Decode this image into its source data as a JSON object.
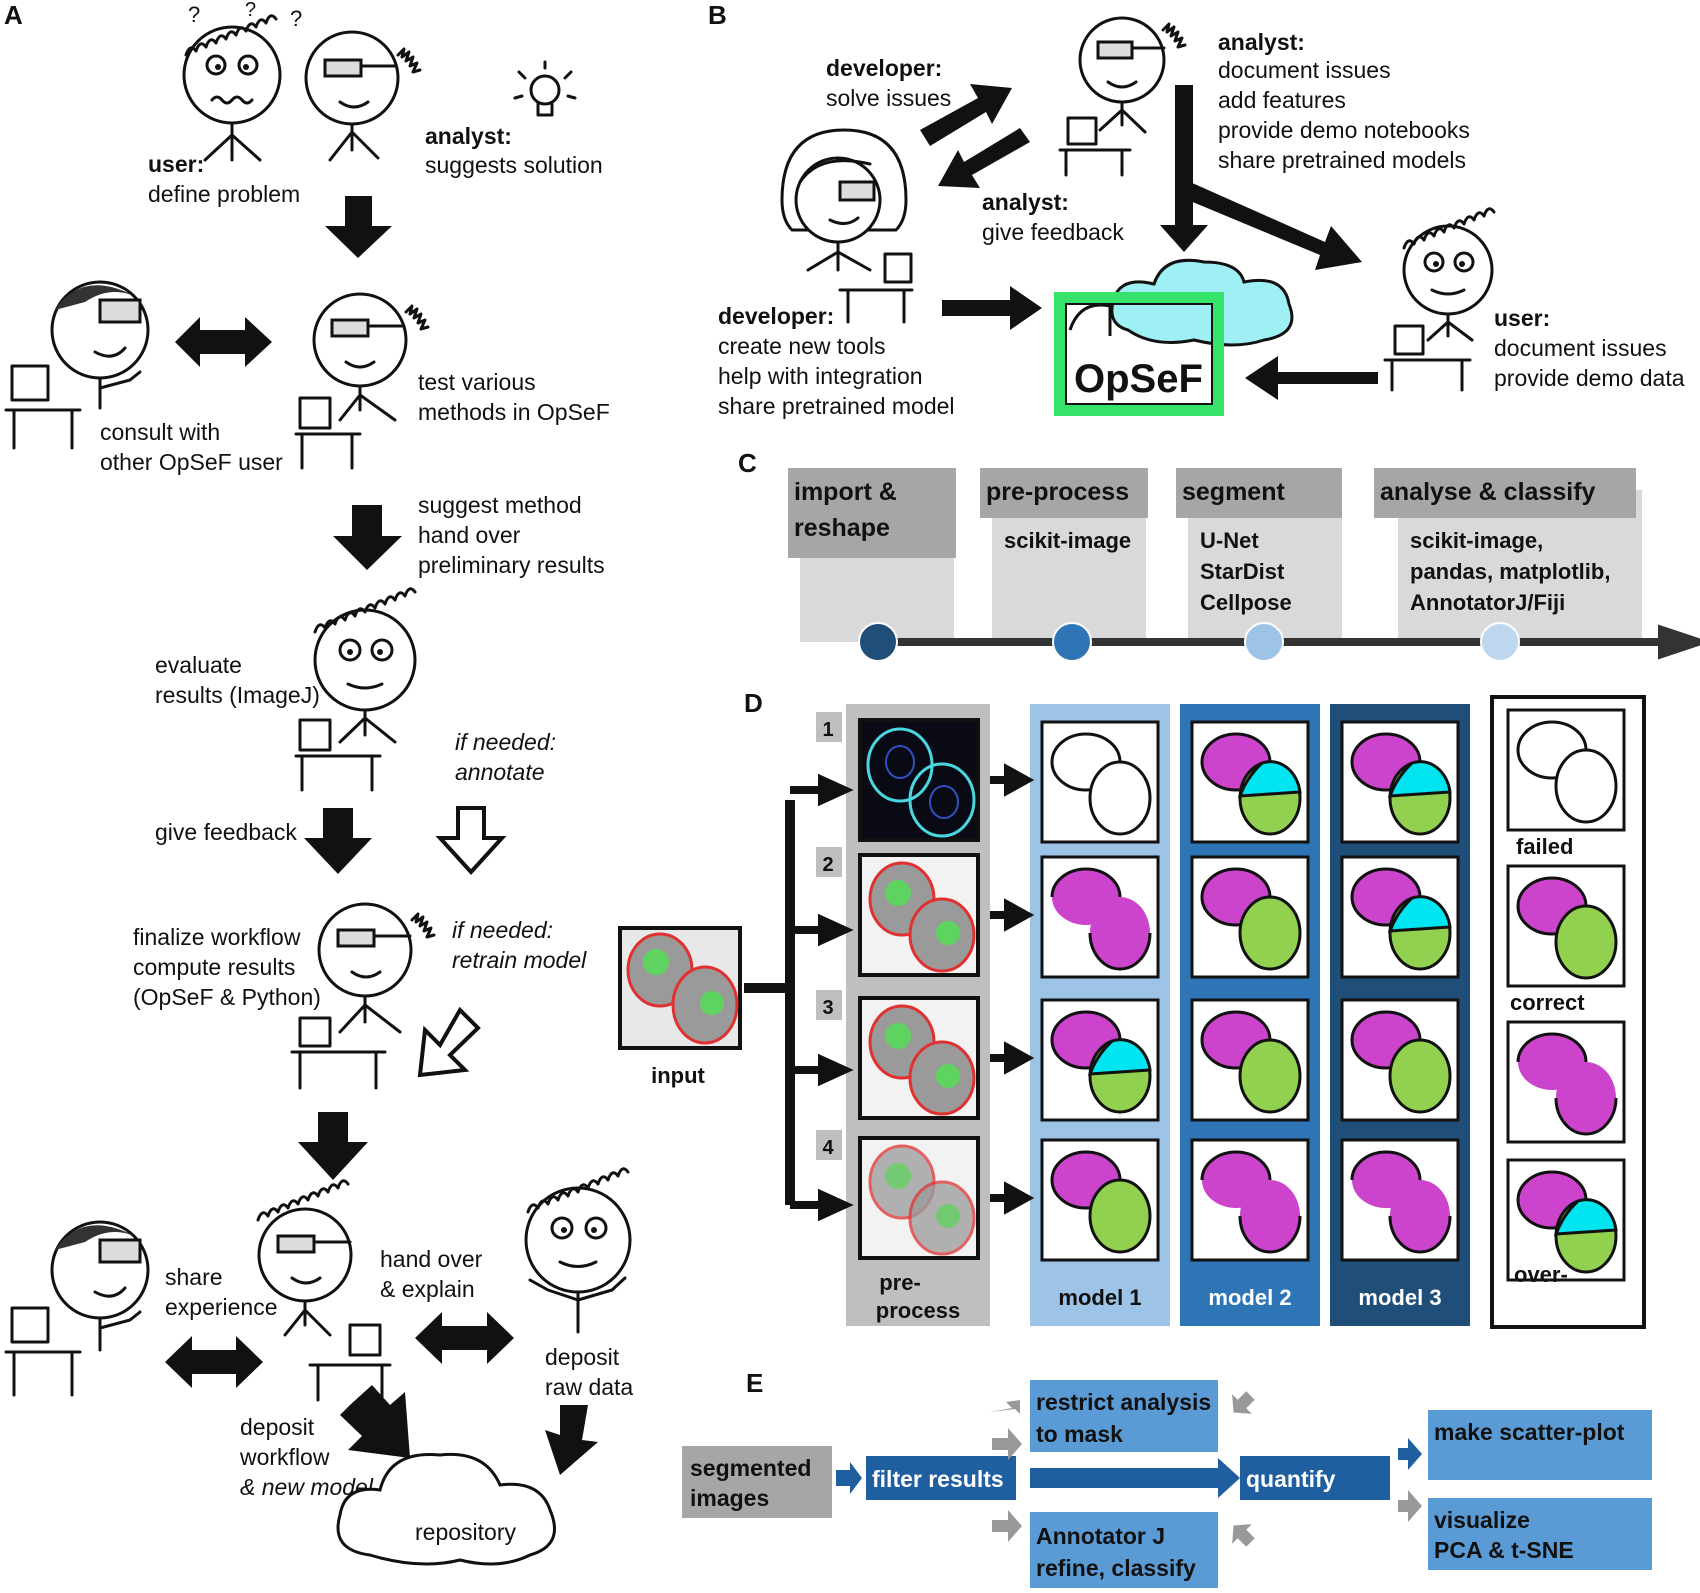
{
  "panels": {
    "a": "A",
    "b": "B",
    "c": "C",
    "d": "D",
    "e": "E"
  },
  "a": {
    "user_title": "user:",
    "user_text": "define problem",
    "analyst_title": "analyst:",
    "analyst_text": "suggests solution",
    "consult_1": "consult with",
    "consult_2": "other OpSeF user",
    "test_1": "test various",
    "test_2": "methods in OpSeF",
    "suggest_1": "suggest method",
    "suggest_2": "hand over",
    "suggest_3": "preliminary results",
    "evaluate_1": "evaluate",
    "evaluate_2": "results (ImageJ)",
    "annotate_1": "if needed:",
    "annotate_2": "annotate",
    "feedback": "give feedback",
    "finalize_1": "finalize workflow",
    "finalize_2": "compute results",
    "finalize_3": "(OpSeF & Python)",
    "retrain_1": "if needed:",
    "retrain_2": "retrain model",
    "share_1": "share",
    "share_2": "experience",
    "handover_1": "hand over",
    "handover_2": "& explain",
    "rawdata_1": "deposit",
    "rawdata_2": "raw data",
    "workflow_1": "deposit",
    "workflow_2": "workflow",
    "workflow_3": "& new model",
    "repository": "repository"
  },
  "b": {
    "dev1_title": "developer:",
    "dev1_text": "solve issues",
    "analyst_title": "analyst:",
    "analyst_lines": [
      "document issues",
      "add features",
      "provide demo notebooks",
      "share pretrained models"
    ],
    "feedback_title": "analyst:",
    "feedback_text": "give feedback",
    "dev2_title": "developer:",
    "dev2_lines": [
      "create new tools",
      "help with integration",
      "share pretrained model"
    ],
    "user_title": "user:",
    "user_lines": [
      "document issues",
      "provide demo data"
    ],
    "logo": "OpSeF"
  },
  "c": {
    "stages": [
      {
        "title": "import &",
        "title2": "reshape",
        "tools": []
      },
      {
        "title": "pre-process",
        "title2": "",
        "tools": [
          "scikit-image"
        ]
      },
      {
        "title": "segment",
        "title2": "",
        "tools": [
          "U-Net",
          "StarDist",
          "Cellpose"
        ]
      },
      {
        "title": "analyse & classify",
        "title2": "",
        "tools": [
          "scikit-image,",
          "pandas, matplotlib,",
          "AnnotatorJ/Fiji"
        ]
      }
    ],
    "dot_colors": [
      "#1f4e79",
      "#2e75b6",
      "#9dc3e6",
      "#bdd7ee"
    ]
  },
  "d": {
    "input": "input",
    "preprocess_1": "pre-",
    "preprocess_2": "process",
    "row_numbers": [
      "1",
      "2",
      "3",
      "4"
    ],
    "models": [
      "model 1",
      "model 2",
      "model 3"
    ],
    "model_colors": [
      "#9dc3e6",
      "#2e75b6",
      "#1f4e79"
    ],
    "legend": [
      "failed",
      "correct",
      "over-"
    ],
    "colors": {
      "magenta": "#cc44cc",
      "green": "#92d050",
      "cyan": "#00e5f0"
    }
  },
  "e": {
    "segmented_1": "segmented",
    "segmented_2": "images",
    "filter": "filter results",
    "restrict_1": "restrict analysis",
    "restrict_2": "to  mask",
    "annotator_1": "Annotator J",
    "annotator_2": "refine, classify",
    "quantify": "quantify",
    "scatter": "make scatter-plot",
    "visualize_1": "visualize",
    "visualize_2": "PCA & t-SNE"
  }
}
